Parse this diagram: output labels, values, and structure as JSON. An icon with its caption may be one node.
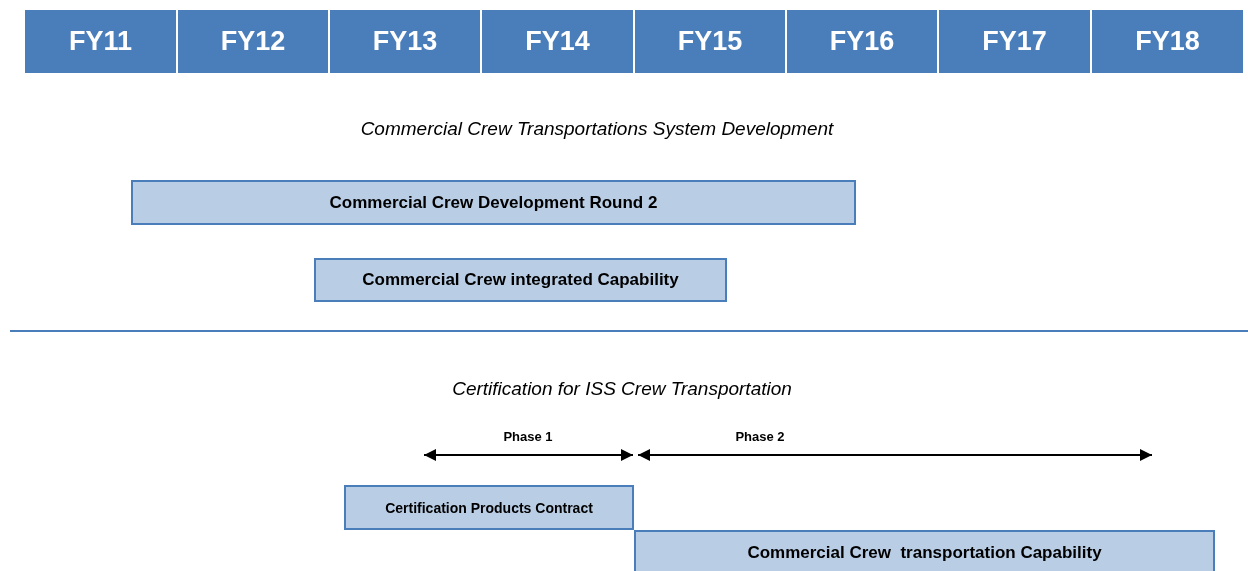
{
  "diagram": {
    "nodes": [
      {
        "text": [
          "FY11"
        ]
      },
      {
        "text": [
          "FY12"
        ]
      },
      {
        "text": [
          "FY13"
        ]
      },
      {
        "text": [
          "FY14"
        ]
      },
      {
        "text": [
          "FY15"
        ]
      },
      {
        "text": [
          "FY16"
        ]
      },
      {
        "text": [
          "FY17"
        ]
      },
      {
        "text": [
          "FY18"
        ]
      },
      {
        "text": [
          "Commercial Crew Development Round 2"
        ]
      },
      {
        "text": [
          "Commercial Crew integrated Capability"
        ]
      },
      {
        "text": [
          "Certification Products Contract"
        ]
      },
      {
        "text": [
          "Commercial Crew  transportation Capability"
        ]
      }
    ],
    "labels": [
      "Commercial Crew Transportations System Development",
      "Certification for ISS Crew Transportation",
      "Phase 1",
      "Phase 2"
    ]
  }
}
